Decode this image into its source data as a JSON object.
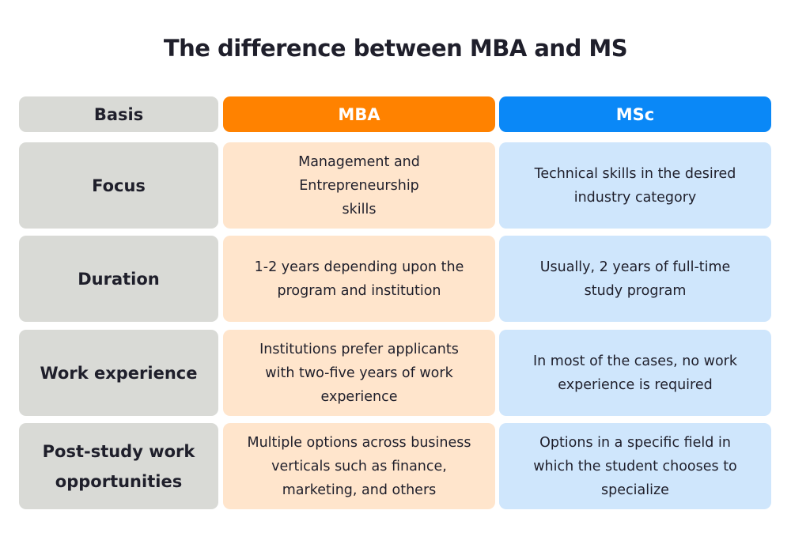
{
  "title": "The difference between MBA and MS",
  "headers": [
    "Basis",
    "MBA",
    "MSc"
  ],
  "rows": [
    {
      "basis": "Focus",
      "mba": "Management and Entrepreneurship skills",
      "msc": "Technical skills in the desired industry category"
    },
    {
      "basis": "Duration",
      "mba": "1-2 years depending upon the program and institution",
      "msc": "Usually, 2 years of full-time study program"
    },
    {
      "basis": "Work experience",
      "mba": "Institutions prefer applicants with two-five years of work experience",
      "msc": "In most of the cases, no work experience is required"
    },
    {
      "basis": "Post-study work opportunities",
      "mba": "Multiple options across business verticals such as finance, marketing, and others",
      "msc": "Options in a specific field in which the student chooses to specialize"
    }
  ],
  "colors": {
    "basis": "#d9dad6",
    "mba": "#ff8200",
    "mba_light": "#ffe5cc",
    "msc": "#0a88f7",
    "msc_light": "#cfe6fc"
  }
}
